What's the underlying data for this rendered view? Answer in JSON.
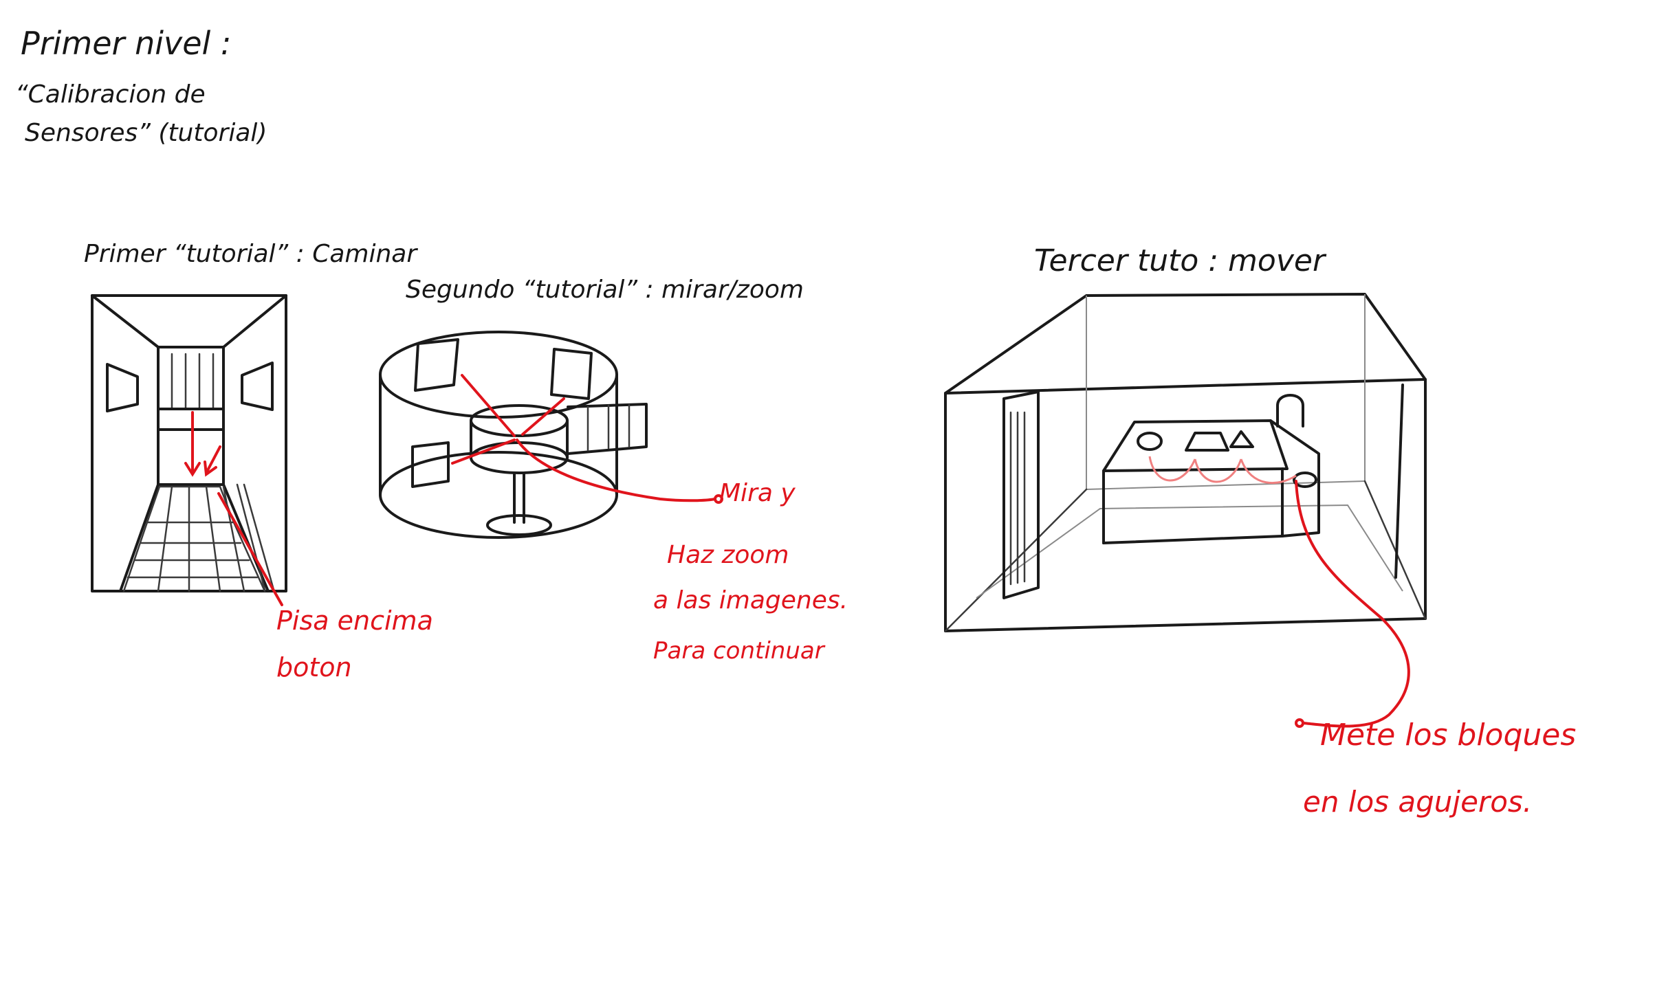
{
  "page_title": "Primer nivel :",
  "subtitle_line1": "“Calibracion de",
  "subtitle_line2": "Sensores” (tutorial)",
  "scene1": {
    "label": "Primer “tutorial” : Caminar",
    "note_line1": "Pisa encima",
    "note_line2": "boton"
  },
  "scene2": {
    "label": "Segundo “tutorial” : mirar/zoom",
    "note_line1": "Mira y",
    "note_line2": "Haz zoom",
    "note_line3": "a las imagenes.",
    "note_line4": "Para continuar"
  },
  "scene3": {
    "label": "Tercer tuto : mover",
    "note_line1": "Mete los bloques",
    "note_line2": "en los agujeros."
  },
  "colors": {
    "ink": "#161616",
    "annotation": "#e0141c",
    "paper": "#ffffff"
  }
}
